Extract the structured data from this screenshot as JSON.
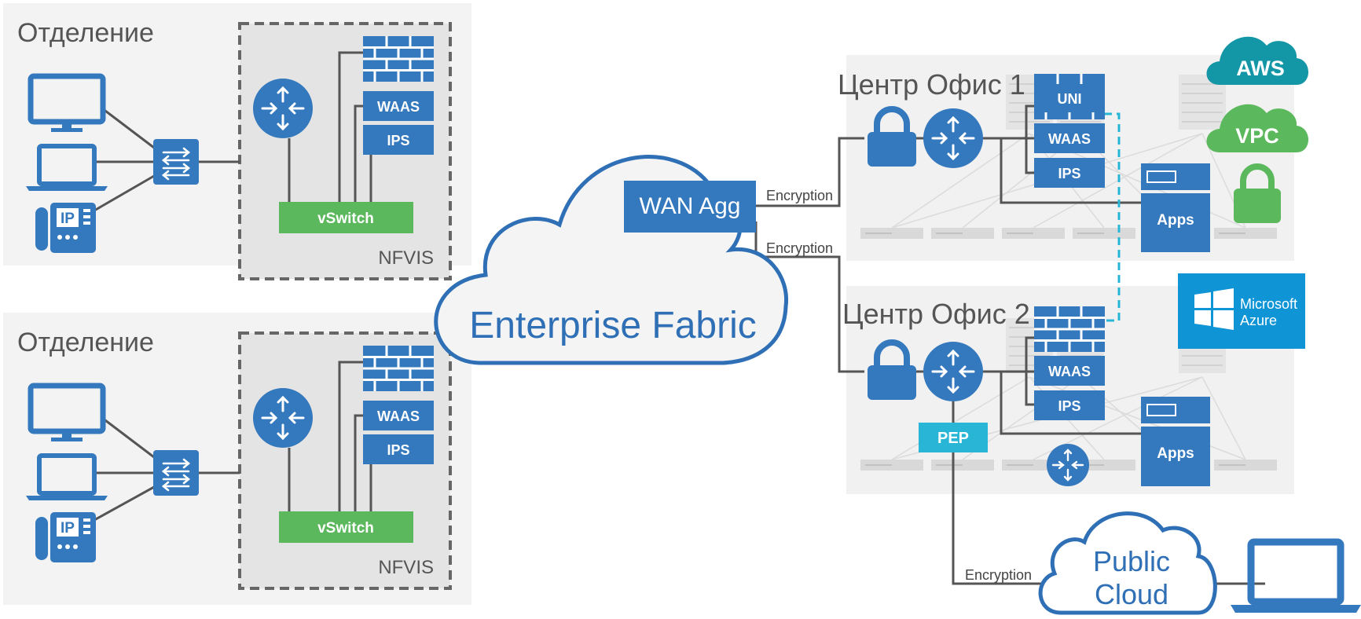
{
  "branches": [
    {
      "title": "Отделение",
      "nfvis_label": "NFVIS",
      "vswitch_label": "vSwitch",
      "waas_label": "WAAS",
      "ips_label": "IPS",
      "ip_phone_label": "IP"
    },
    {
      "title": "Отделение",
      "nfvis_label": "NFVIS",
      "vswitch_label": "vSwitch",
      "waas_label": "WAAS",
      "ips_label": "IPS",
      "ip_phone_label": "IP"
    }
  ],
  "fabric": {
    "label": "Enterprise Fabric",
    "wan_agg": "WAN Agg"
  },
  "links": {
    "encryption_1": "Encryption",
    "encryption_2": "Encryption",
    "encryption_3": "Encryption"
  },
  "datacenters": [
    {
      "title": "Центр Офис 1",
      "uni_label": "UNI",
      "waas_label": "WAAS",
      "ips_label": "IPS",
      "apps_label": "Apps"
    },
    {
      "title": "Центр Офис 2",
      "waas_label": "WAAS",
      "ips_label": "IPS",
      "apps_label": "Apps",
      "pep_label": "PEP"
    }
  ],
  "cloud_providers": {
    "aws": "AWS",
    "vpc": "VPC",
    "azure_line1": "Microsoft",
    "azure_line2": "Azure"
  },
  "public_cloud": {
    "line1": "Public",
    "line2": "Cloud"
  },
  "colors": {
    "blue": "#3478bd",
    "green": "#5cb85c",
    "cyan": "#29b6d6",
    "teal": "#1396a5",
    "azure": "#0f94d6",
    "panel": "#f3f3f3",
    "line": "#555555"
  }
}
